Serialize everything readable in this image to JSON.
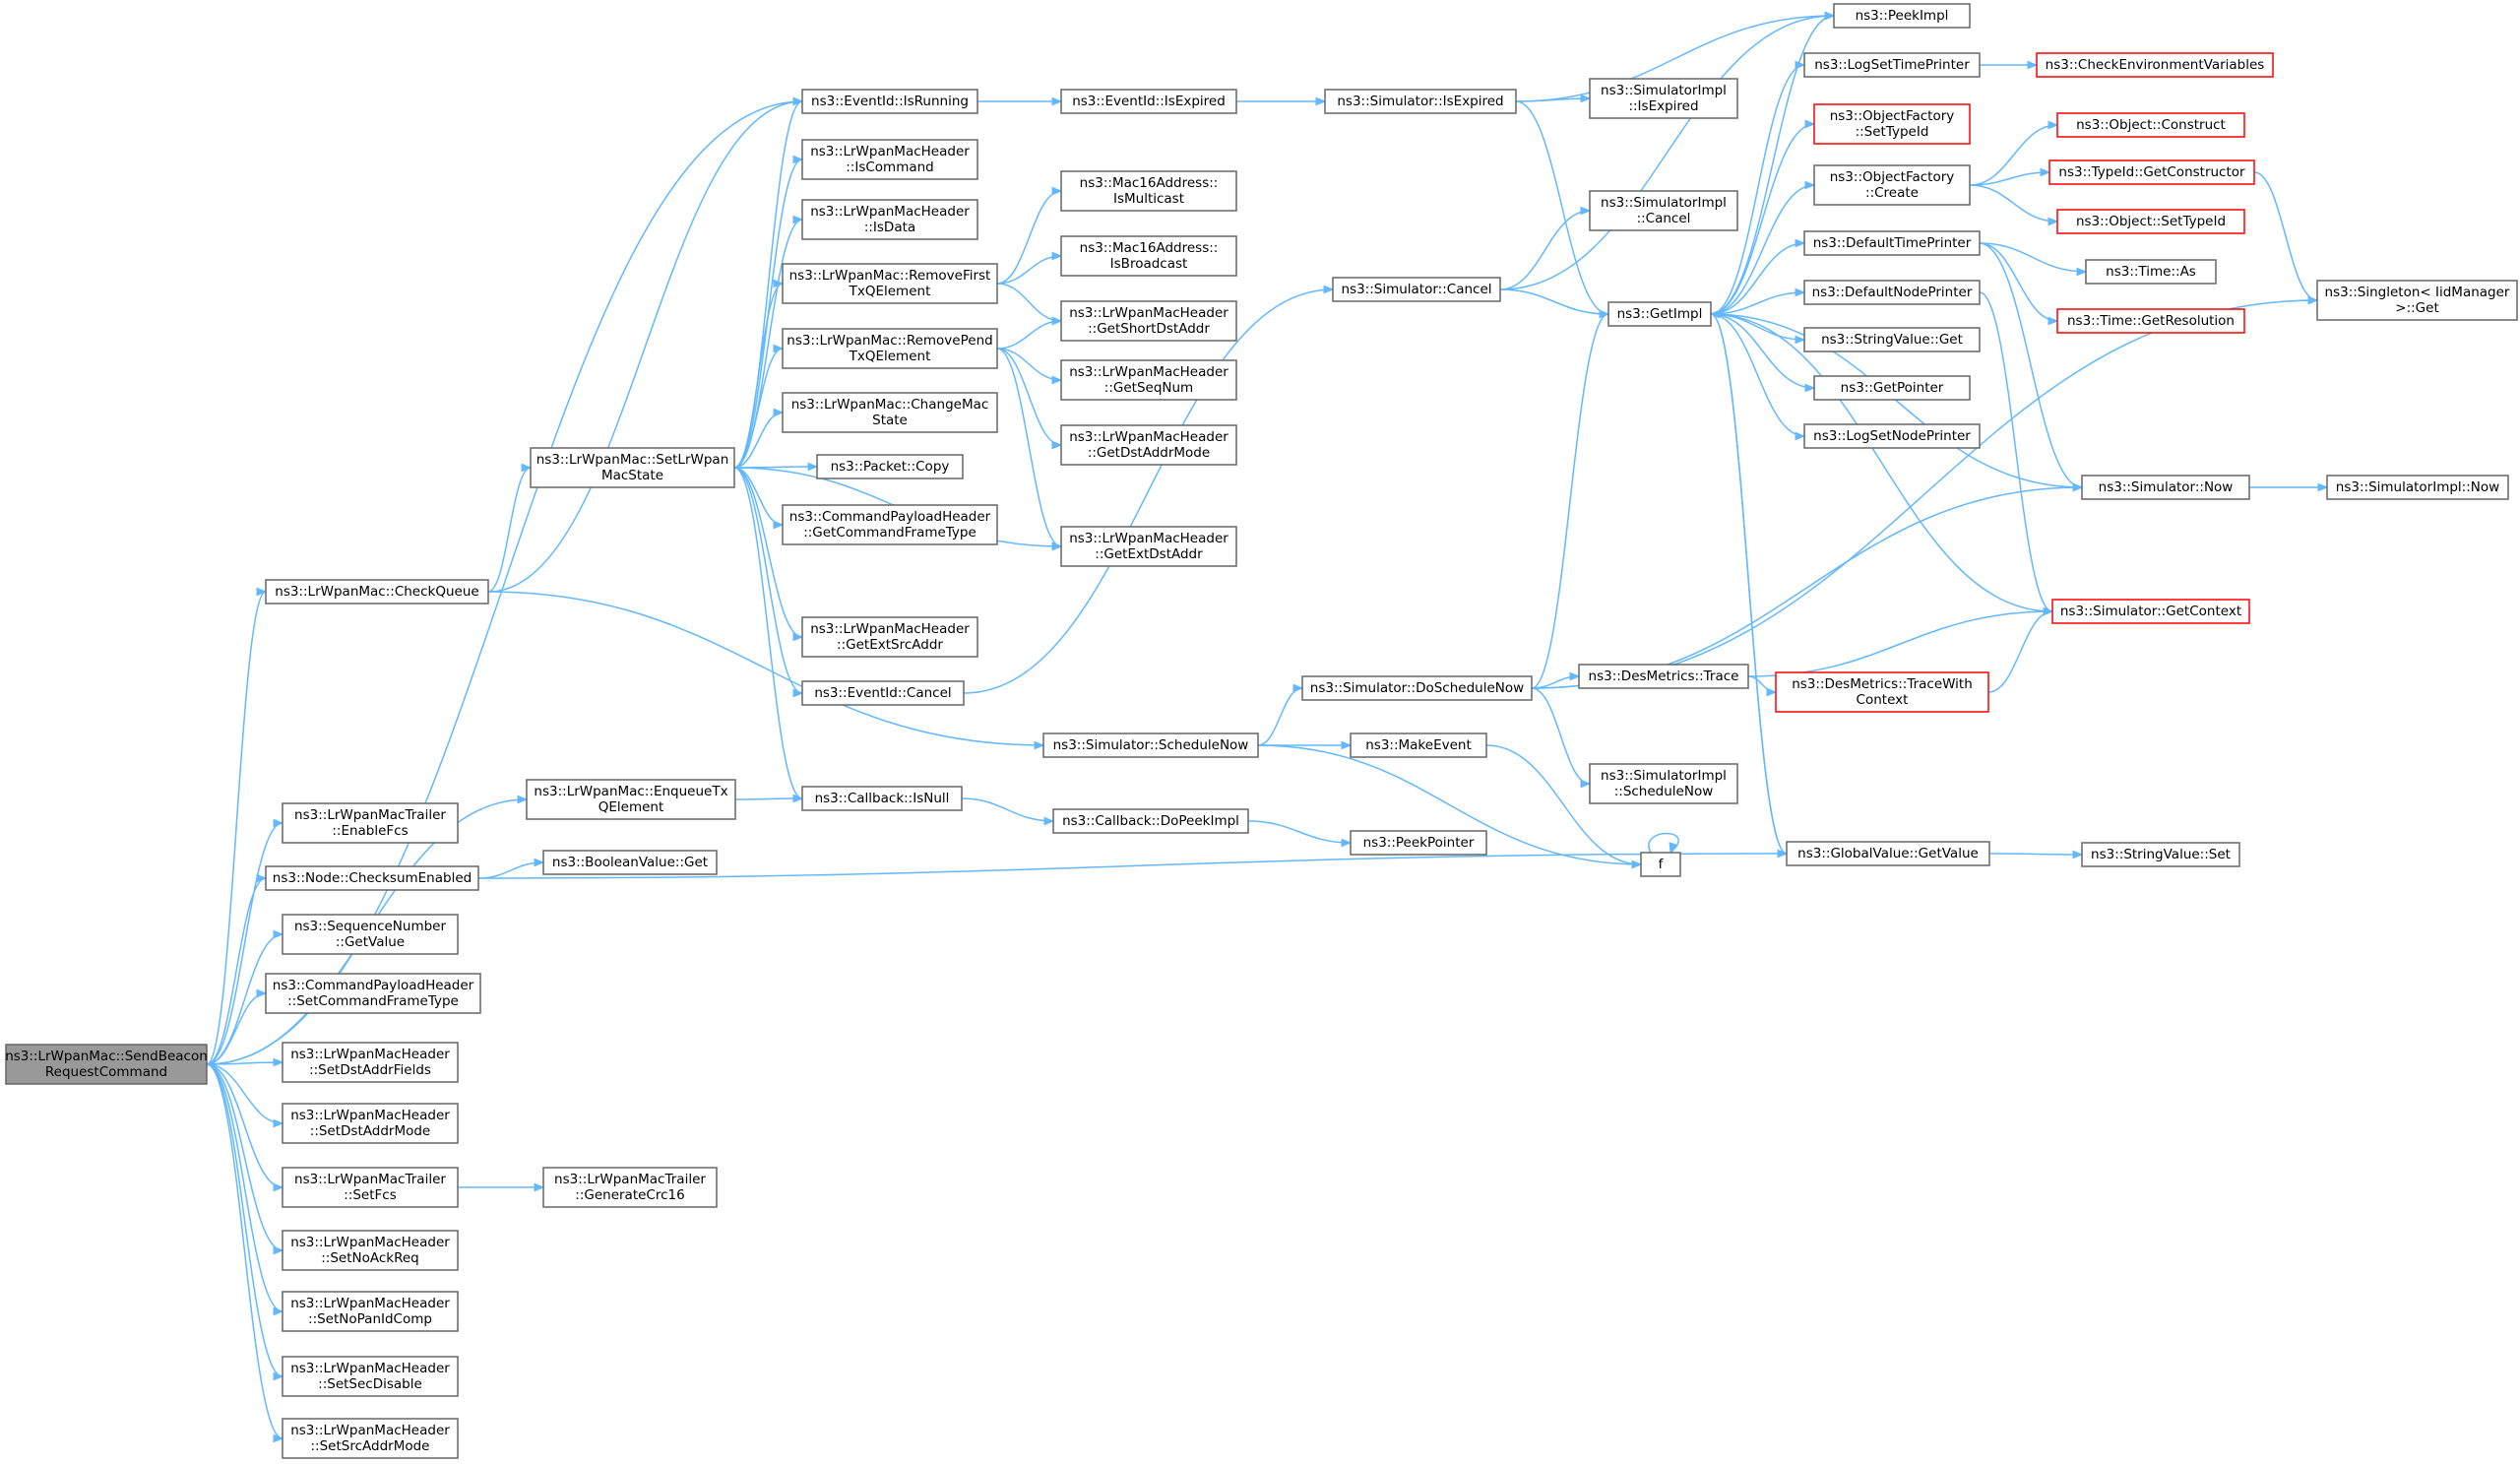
{
  "nodes": [
    {
      "id": "root",
      "lines": [
        "ns3::LrWpanMac::SendBeacon",
        "RequestCommand"
      ],
      "style": "root"
    },
    {
      "id": "checkQueue",
      "lines": [
        "ns3::LrWpanMac::CheckQueue"
      ]
    },
    {
      "id": "enqueueTx",
      "lines": [
        "ns3::LrWpanMac::EnqueueTx",
        "QElement"
      ]
    },
    {
      "id": "enableFcs",
      "lines": [
        "ns3::LrWpanMacTrailer",
        "::EnableFcs"
      ]
    },
    {
      "id": "checksumEnabled",
      "lines": [
        "ns3::Node::ChecksumEnabled"
      ]
    },
    {
      "id": "seqGetValue",
      "lines": [
        "ns3::SequenceNumber",
        "::GetValue"
      ]
    },
    {
      "id": "setCmdFrameType",
      "lines": [
        "ns3::CommandPayloadHeader",
        "::SetCommandFrameType"
      ]
    },
    {
      "id": "setDstAddrFields",
      "lines": [
        "ns3::LrWpanMacHeader",
        "::SetDstAddrFields"
      ]
    },
    {
      "id": "setDstAddrMode",
      "lines": [
        "ns3::LrWpanMacHeader",
        "::SetDstAddrMode"
      ]
    },
    {
      "id": "setFcs",
      "lines": [
        "ns3::LrWpanMacTrailer",
        "::SetFcs"
      ]
    },
    {
      "id": "setNoAckReq",
      "lines": [
        "ns3::LrWpanMacHeader",
        "::SetNoAckReq"
      ]
    },
    {
      "id": "setNoPanIdComp",
      "lines": [
        "ns3::LrWpanMacHeader",
        "::SetNoPanIdComp"
      ]
    },
    {
      "id": "setSecDisable",
      "lines": [
        "ns3::LrWpanMacHeader",
        "::SetSecDisable"
      ]
    },
    {
      "id": "setSrcAddrMode",
      "lines": [
        "ns3::LrWpanMacHeader",
        "::SetSrcAddrMode"
      ]
    },
    {
      "id": "setLrWpanMacState",
      "lines": [
        "ns3::LrWpanMac::SetLrWpan",
        "MacState"
      ]
    },
    {
      "id": "booleanGet",
      "lines": [
        "ns3::BooleanValue::Get"
      ]
    },
    {
      "id": "generateCrc16",
      "lines": [
        "ns3::LrWpanMacTrailer",
        "::GenerateCrc16"
      ]
    },
    {
      "id": "eventIsRunning",
      "lines": [
        "ns3::EventId::IsRunning"
      ]
    },
    {
      "id": "isCommand",
      "lines": [
        "ns3::LrWpanMacHeader",
        "::IsCommand"
      ]
    },
    {
      "id": "isData",
      "lines": [
        "ns3::LrWpanMacHeader",
        "::IsData"
      ]
    },
    {
      "id": "removeFirstTx",
      "lines": [
        "ns3::LrWpanMac::RemoveFirst",
        "TxQElement"
      ]
    },
    {
      "id": "removePendTx",
      "lines": [
        "ns3::LrWpanMac::RemovePend",
        "TxQElement"
      ]
    },
    {
      "id": "changeMacState",
      "lines": [
        "ns3::LrWpanMac::ChangeMac",
        "State"
      ]
    },
    {
      "id": "packetCopy",
      "lines": [
        "ns3::Packet::Copy"
      ]
    },
    {
      "id": "getCmdFrameType",
      "lines": [
        "ns3::CommandPayloadHeader",
        "::GetCommandFrameType"
      ]
    },
    {
      "id": "getExtSrcAddr",
      "lines": [
        "ns3::LrWpanMacHeader",
        "::GetExtSrcAddr"
      ]
    },
    {
      "id": "eventCancel",
      "lines": [
        "ns3::EventId::Cancel"
      ]
    },
    {
      "id": "callbackIsNull",
      "lines": [
        "ns3::Callback::IsNull"
      ]
    },
    {
      "id": "eventIsExpired",
      "lines": [
        "ns3::EventId::IsExpired"
      ]
    },
    {
      "id": "isMulticast",
      "lines": [
        "ns3::Mac16Address::",
        "IsMulticast"
      ]
    },
    {
      "id": "isBroadcast",
      "lines": [
        "ns3::Mac16Address::",
        "IsBroadcast"
      ]
    },
    {
      "id": "getShortDstAddr",
      "lines": [
        "ns3::LrWpanMacHeader",
        "::GetShortDstAddr"
      ]
    },
    {
      "id": "getSeqNum",
      "lines": [
        "ns3::LrWpanMacHeader",
        "::GetSeqNum"
      ]
    },
    {
      "id": "getDstAddrMode",
      "lines": [
        "ns3::LrWpanMacHeader",
        "::GetDstAddrMode"
      ]
    },
    {
      "id": "getExtDstAddr",
      "lines": [
        "ns3::LrWpanMacHeader",
        "::GetExtDstAddr"
      ]
    },
    {
      "id": "scheduleNow",
      "lines": [
        "ns3::Simulator::ScheduleNow"
      ]
    },
    {
      "id": "doPeekImpl",
      "lines": [
        "ns3::Callback::DoPeekImpl"
      ]
    },
    {
      "id": "peekPointer",
      "lines": [
        "ns3::PeekPointer"
      ]
    },
    {
      "id": "simIsExpired",
      "lines": [
        "ns3::Simulator::IsExpired"
      ]
    },
    {
      "id": "simCancel",
      "lines": [
        "ns3::Simulator::Cancel"
      ]
    },
    {
      "id": "doScheduleNow",
      "lines": [
        "ns3::Simulator::DoScheduleNow"
      ]
    },
    {
      "id": "makeEvent",
      "lines": [
        "ns3::MakeEvent"
      ]
    },
    {
      "id": "f",
      "lines": [
        "f"
      ]
    },
    {
      "id": "simImplIsExpired",
      "lines": [
        "ns3::SimulatorImpl",
        "::IsExpired"
      ]
    },
    {
      "id": "simImplCancel",
      "lines": [
        "ns3::SimulatorImpl",
        "::Cancel"
      ]
    },
    {
      "id": "desTrace",
      "lines": [
        "ns3::DesMetrics::Trace"
      ]
    },
    {
      "id": "simImplScheduleNow",
      "lines": [
        "ns3::SimulatorImpl",
        "::ScheduleNow"
      ]
    },
    {
      "id": "getImpl",
      "lines": [
        "ns3::GetImpl"
      ]
    },
    {
      "id": "peekImpl",
      "lines": [
        "ns3::PeekImpl"
      ]
    },
    {
      "id": "logSetTimePrinter",
      "lines": [
        "ns3::LogSetTimePrinter"
      ]
    },
    {
      "id": "ofSetTypeId",
      "lines": [
        "ns3::ObjectFactory",
        "::SetTypeId"
      ],
      "style": "red"
    },
    {
      "id": "ofCreate",
      "lines": [
        "ns3::ObjectFactory",
        "::Create"
      ]
    },
    {
      "id": "defaultTimePrinter",
      "lines": [
        "ns3::DefaultTimePrinter"
      ]
    },
    {
      "id": "defaultNodePrinter",
      "lines": [
        "ns3::DefaultNodePrinter"
      ]
    },
    {
      "id": "stringValueGet",
      "lines": [
        "ns3::StringValue::Get"
      ]
    },
    {
      "id": "getPointer",
      "lines": [
        "ns3::GetPointer"
      ]
    },
    {
      "id": "logSetNodePrinter",
      "lines": [
        "ns3::LogSetNodePrinter"
      ]
    },
    {
      "id": "globalValueGetValue",
      "lines": [
        "ns3::GlobalValue::GetValue"
      ]
    },
    {
      "id": "desTraceWithContext",
      "lines": [
        "ns3::DesMetrics::TraceWith",
        "Context"
      ],
      "style": "red"
    },
    {
      "id": "checkEnvVars",
      "lines": [
        "ns3::CheckEnvironmentVariables"
      ],
      "style": "red"
    },
    {
      "id": "objectConstruct",
      "lines": [
        "ns3::Object::Construct"
      ],
      "style": "red"
    },
    {
      "id": "typeIdGetConstructor",
      "lines": [
        "ns3::TypeId::GetConstructor"
      ],
      "style": "red"
    },
    {
      "id": "objectSetTypeId",
      "lines": [
        "ns3::Object::SetTypeId"
      ],
      "style": "red"
    },
    {
      "id": "timeAs",
      "lines": [
        "ns3::Time::As"
      ]
    },
    {
      "id": "timeGetResolution",
      "lines": [
        "ns3::Time::GetResolution"
      ],
      "style": "red"
    },
    {
      "id": "simNow",
      "lines": [
        "ns3::Simulator::Now"
      ]
    },
    {
      "id": "simGetContext",
      "lines": [
        "ns3::Simulator::GetContext"
      ],
      "style": "red"
    },
    {
      "id": "stringValueSet",
      "lines": [
        "ns3::StringValue::Set"
      ]
    },
    {
      "id": "singletonGet",
      "lines": [
        "ns3::Singleton< IidManager",
        ">::Get"
      ]
    },
    {
      "id": "simImplNow",
      "lines": [
        "ns3::SimulatorImpl::Now"
      ]
    }
  ],
  "edges": [
    [
      "root",
      "checkQueue"
    ],
    [
      "root",
      "enqueueTx"
    ],
    [
      "root",
      "enableFcs"
    ],
    [
      "root",
      "checksumEnabled"
    ],
    [
      "root",
      "seqGetValue"
    ],
    [
      "root",
      "setCmdFrameType"
    ],
    [
      "root",
      "setDstAddrFields"
    ],
    [
      "root",
      "setDstAddrMode"
    ],
    [
      "root",
      "setFcs"
    ],
    [
      "root",
      "setNoAckReq"
    ],
    [
      "root",
      "setNoPanIdComp"
    ],
    [
      "root",
      "setSecDisable"
    ],
    [
      "root",
      "setSrcAddrMode"
    ],
    [
      "root",
      "eventIsRunning"
    ],
    [
      "checkQueue",
      "setLrWpanMacState"
    ],
    [
      "checkQueue",
      "eventIsRunning"
    ],
    [
      "checkQueue",
      "scheduleNow"
    ],
    [
      "enqueueTx",
      "callbackIsNull"
    ],
    [
      "checksumEnabled",
      "booleanGet"
    ],
    [
      "checksumEnabled",
      "globalValueGetValue"
    ],
    [
      "setFcs",
      "generateCrc16"
    ],
    [
      "setLrWpanMacState",
      "eventIsRunning"
    ],
    [
      "setLrWpanMacState",
      "isCommand"
    ],
    [
      "setLrWpanMacState",
      "isData"
    ],
    [
      "setLrWpanMacState",
      "removeFirstTx"
    ],
    [
      "setLrWpanMacState",
      "removePendTx"
    ],
    [
      "setLrWpanMacState",
      "changeMacState"
    ],
    [
      "setLrWpanMacState",
      "packetCopy"
    ],
    [
      "setLrWpanMacState",
      "getCmdFrameType"
    ],
    [
      "setLrWpanMacState",
      "getExtDstAddr"
    ],
    [
      "setLrWpanMacState",
      "getExtSrcAddr"
    ],
    [
      "setLrWpanMacState",
      "eventCancel"
    ],
    [
      "setLrWpanMacState",
      "callbackIsNull"
    ],
    [
      "eventIsRunning",
      "eventIsExpired"
    ],
    [
      "removeFirstTx",
      "isMulticast"
    ],
    [
      "removeFirstTx",
      "isBroadcast"
    ],
    [
      "removeFirstTx",
      "getShortDstAddr"
    ],
    [
      "removePendTx",
      "getShortDstAddr"
    ],
    [
      "removePendTx",
      "getSeqNum"
    ],
    [
      "removePendTx",
      "getDstAddrMode"
    ],
    [
      "removePendTx",
      "getExtDstAddr"
    ],
    [
      "eventCancel",
      "simCancel"
    ],
    [
      "callbackIsNull",
      "doPeekImpl"
    ],
    [
      "doPeekImpl",
      "peekPointer"
    ],
    [
      "eventIsExpired",
      "simIsExpired"
    ],
    [
      "scheduleNow",
      "doScheduleNow"
    ],
    [
      "scheduleNow",
      "makeEvent"
    ],
    [
      "scheduleNow",
      "f"
    ],
    [
      "simIsExpired",
      "simImplIsExpired"
    ],
    [
      "simIsExpired",
      "getImpl"
    ],
    [
      "simIsExpired",
      "peekImpl"
    ],
    [
      "simCancel",
      "simImplCancel"
    ],
    [
      "simCancel",
      "getImpl"
    ],
    [
      "simCancel",
      "peekImpl"
    ],
    [
      "doScheduleNow",
      "getImpl"
    ],
    [
      "doScheduleNow",
      "desTrace"
    ],
    [
      "doScheduleNow",
      "simImplScheduleNow"
    ],
    [
      "doScheduleNow",
      "simNow"
    ],
    [
      "doScheduleNow",
      "singletonGet"
    ],
    [
      "makeEvent",
      "f"
    ],
    [
      "f",
      "f"
    ],
    [
      "desTrace",
      "desTraceWithContext"
    ],
    [
      "desTrace",
      "simGetContext"
    ],
    [
      "getImpl",
      "peekImpl"
    ],
    [
      "getImpl",
      "logSetTimePrinter"
    ],
    [
      "getImpl",
      "ofSetTypeId"
    ],
    [
      "getImpl",
      "ofCreate"
    ],
    [
      "getImpl",
      "defaultTimePrinter"
    ],
    [
      "getImpl",
      "defaultNodePrinter"
    ],
    [
      "getImpl",
      "stringValueGet"
    ],
    [
      "getImpl",
      "getPointer"
    ],
    [
      "getImpl",
      "logSetNodePrinter"
    ],
    [
      "getImpl",
      "globalValueGetValue"
    ],
    [
      "logSetTimePrinter",
      "checkEnvVars"
    ],
    [
      "ofCreate",
      "objectConstruct"
    ],
    [
      "ofCreate",
      "typeIdGetConstructor"
    ],
    [
      "ofCreate",
      "objectSetTypeId"
    ],
    [
      "defaultTimePrinter",
      "timeAs"
    ],
    [
      "defaultTimePrinter",
      "timeGetResolution"
    ],
    [
      "defaultTimePrinter",
      "simNow"
    ],
    [
      "defaultNodePrinter",
      "simGetContext"
    ],
    [
      "simNow",
      "getImpl"
    ],
    [
      "simNow",
      "simImplNow"
    ],
    [
      "simGetContext",
      "getImpl"
    ],
    [
      "desTraceWithContext",
      "simGetContext"
    ],
    [
      "typeIdGetConstructor",
      "singletonGet"
    ],
    [
      "globalValueGetValue",
      "stringValueSet"
    ],
    [
      "globalValueGetValue",
      "getImpl"
    ]
  ]
}
